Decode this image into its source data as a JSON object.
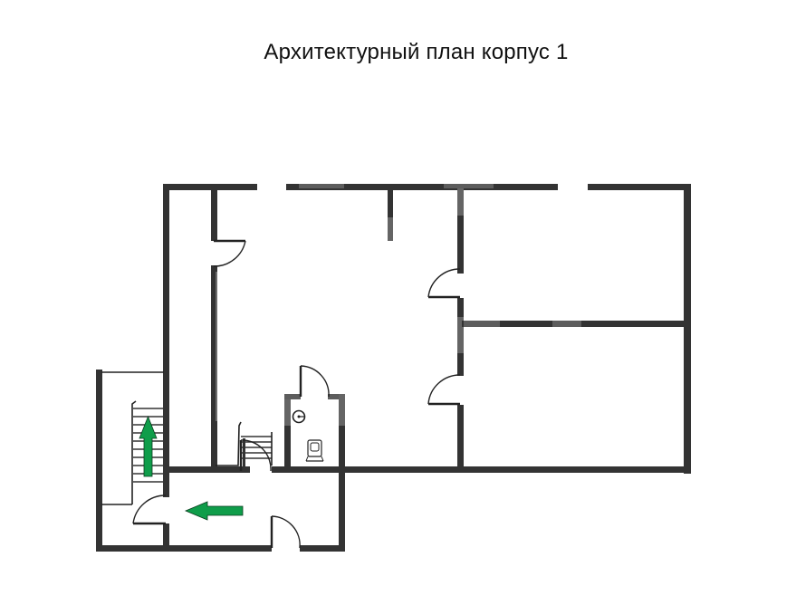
{
  "title": "Архитектурный план корпус 1",
  "colors": {
    "wall": "#333333",
    "wall_highlight": "#7a7a7a",
    "evacuation_arrow": "#0f9d4a",
    "background": "#ffffff"
  },
  "legend_items": [
    {
      "icon": "evacuation-arrow-icon",
      "direction": "up",
      "location": "stairwell"
    },
    {
      "icon": "evacuation-arrow-icon",
      "direction": "left",
      "location": "lower corridor"
    }
  ],
  "rooms": [
    {
      "name": "corridor-vertical"
    },
    {
      "name": "main-hall"
    },
    {
      "name": "upper-right-room"
    },
    {
      "name": "lower-right-room"
    },
    {
      "name": "restroom"
    },
    {
      "name": "stairwell"
    },
    {
      "name": "lower-corridor"
    }
  ]
}
